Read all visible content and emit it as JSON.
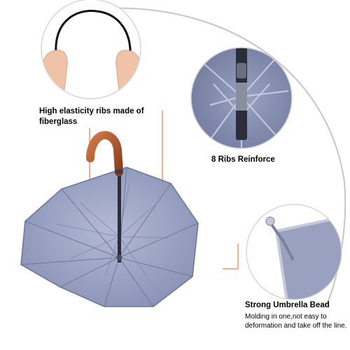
{
  "callouts": {
    "ribs_elasticity": "High elasticity ribs made of fiberglass",
    "ribs_reinforce": "8 Ribs Reinforce",
    "bead_title": "Strong Umbrella Bead",
    "bead_description": "Molding in one,not easy to deformation and take off the line."
  },
  "colors": {
    "canopy": "#8e97bb",
    "canopy_light": "#a9b0cc",
    "canopy_edge": "#6f7899",
    "handle_wood": "#b1562f",
    "callout_line": "#e0632e",
    "arc_line": "#c6c6c6",
    "rib_frame": "#aeb5d2",
    "hand_skin": "#f0c2a8"
  }
}
